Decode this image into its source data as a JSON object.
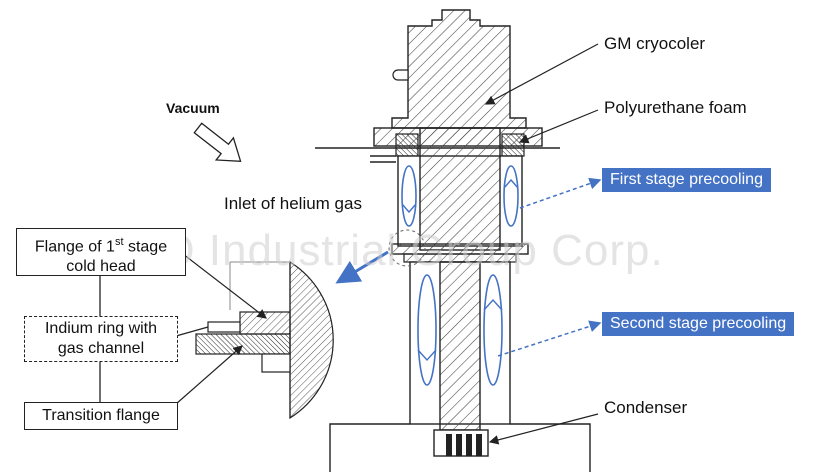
{
  "labels": {
    "cryocooler": "GM cryocoler",
    "foam": "Polyurethane foam",
    "vacuum": "Vacuum",
    "inlet": "Inlet of helium gas",
    "condenser": "Condenser"
  },
  "badges": {
    "first": "First stage precooling",
    "second": "Second stage precooling"
  },
  "detail_boxes": {
    "flange_line1_prefix": "Flange of 1",
    "flange_line1_sup": "st",
    "flange_line1_suffix": " stage",
    "flange_line2": "cold head",
    "indium_line1": "Indium ring with",
    "indium_line2": "gas channel",
    "transition": "Transition flange"
  },
  "watermark": "BO Industrial Group Corp.",
  "colors": {
    "accent": "#4472c4",
    "line": "#222222",
    "hatch": "#333333"
  }
}
